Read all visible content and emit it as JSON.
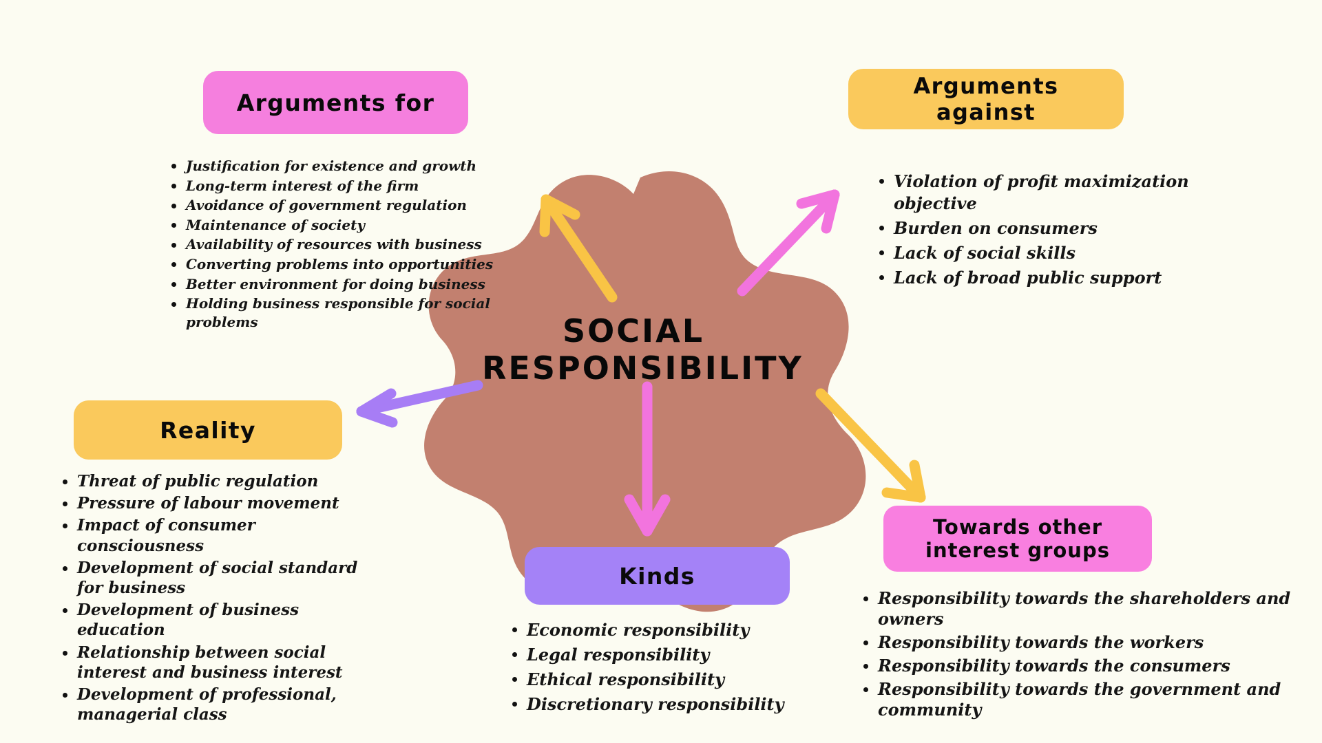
{
  "canvas": {
    "background_color": "#FCFCF2",
    "blob_color": "#C2806F",
    "center_title": "SOCIAL RESPONSIBILITY",
    "center_title_lines": [
      "SOCIAL",
      "RESPONSIBILITY"
    ]
  },
  "colors": {
    "badge_pink_bright": "#F57FDE",
    "badge_pink_magenta": "#F97FE0",
    "badge_yellow": "#FAC95C",
    "badge_purple": "#A482F7",
    "arrow_yellow": "#F9C445",
    "arrow_pink": "#F274DE",
    "arrow_purple": "#A77DF5",
    "text_black": "#111111"
  },
  "branches": [
    {
      "id": "arguments-for",
      "label": "Arguments for",
      "badge_color": "#F57FDE",
      "arrow_color": "#F9C445",
      "arrow_icon": "arrow-up-left-icon",
      "items": [
        "Justification for existence and growth",
        "Long-term interest of the firm",
        "Avoidance of government regulation",
        "Maintenance of society",
        "Availability of resources with business",
        "Converting problems into opportunities",
        "Better environment for doing business",
        "Holding business responsible for social problems"
      ]
    },
    {
      "id": "arguments-against",
      "label": "Arguments against",
      "badge_color": "#FAC95C",
      "arrow_color": "#F274DE",
      "arrow_icon": "arrow-up-right-icon",
      "items": [
        "Violation of profit maximization objective",
        "Burden on consumers",
        "Lack of social skills",
        "Lack of broad public support"
      ]
    },
    {
      "id": "reality",
      "label": "Reality",
      "badge_color": "#FAC95C",
      "arrow_color": "#A77DF5",
      "arrow_icon": "arrow-left-icon",
      "items": [
        "Threat of public regulation",
        "Pressure of labour movement",
        "Impact of consumer consciousness",
        "Development of social standard for business",
        "Development of business education",
        "Relationship between social interest and business interest",
        "Development of professional, managerial class"
      ]
    },
    {
      "id": "kinds",
      "label": "Kinds",
      "badge_color": "#A482F7",
      "arrow_color": "#F274DE",
      "arrow_icon": "arrow-down-icon",
      "items": [
        "Economic responsibility",
        "Legal responsibility",
        "Ethical responsibility",
        "Discretionary responsibility"
      ]
    },
    {
      "id": "towards-other-interest-groups",
      "label": "Towards other interest groups",
      "badge_label_lines": [
        "Towards other",
        "interest groups"
      ],
      "badge_color": "#F97FE0",
      "arrow_color": "#F9C445",
      "arrow_icon": "arrow-down-right-icon",
      "items": [
        "Responsibility towards the shareholders and owners",
        "Responsibility towards the workers",
        "Responsibility towards the consumers",
        "Responsibility towards the government and community"
      ]
    }
  ]
}
